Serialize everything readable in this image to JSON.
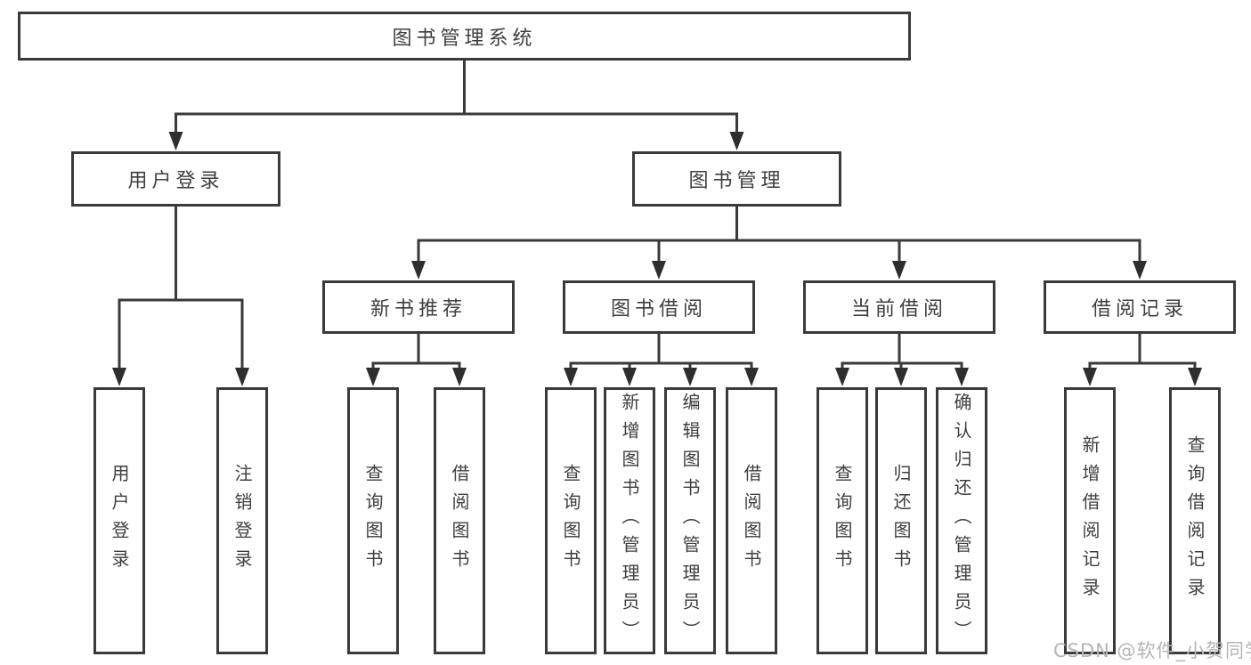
{
  "tree": {
    "root": "图书管理系统",
    "children": [
      {
        "label": "用户登录",
        "children": [
          {
            "label": "用户登录"
          },
          {
            "label": "注销登录"
          }
        ]
      },
      {
        "label": "图书管理",
        "children": [
          {
            "label": "新书推荐",
            "children": [
              {
                "label": "查询图书"
              },
              {
                "label": "借阅图书"
              }
            ]
          },
          {
            "label": "图书借阅",
            "children": [
              {
                "label": "查询图书"
              },
              {
                "label": "新增图书（管理员）"
              },
              {
                "label": "编辑图书（管理员）"
              },
              {
                "label": "借阅图书"
              }
            ]
          },
          {
            "label": "当前借阅",
            "children": [
              {
                "label": "查询图书"
              },
              {
                "label": "归还图书"
              },
              {
                "label": "确认归还（管理员）"
              }
            ]
          },
          {
            "label": "借阅记录",
            "children": [
              {
                "label": "新增借阅记录"
              },
              {
                "label": "查询借阅记录"
              }
            ]
          }
        ]
      }
    ]
  },
  "watermark": "CSDN @软件_小贺同学",
  "colors": {
    "line": "#3a3a3a",
    "arrow": "#2e2e2e",
    "text": "#3f3f3f",
    "watermark_text": "#b5b5b5",
    "background": "#ffffff"
  }
}
